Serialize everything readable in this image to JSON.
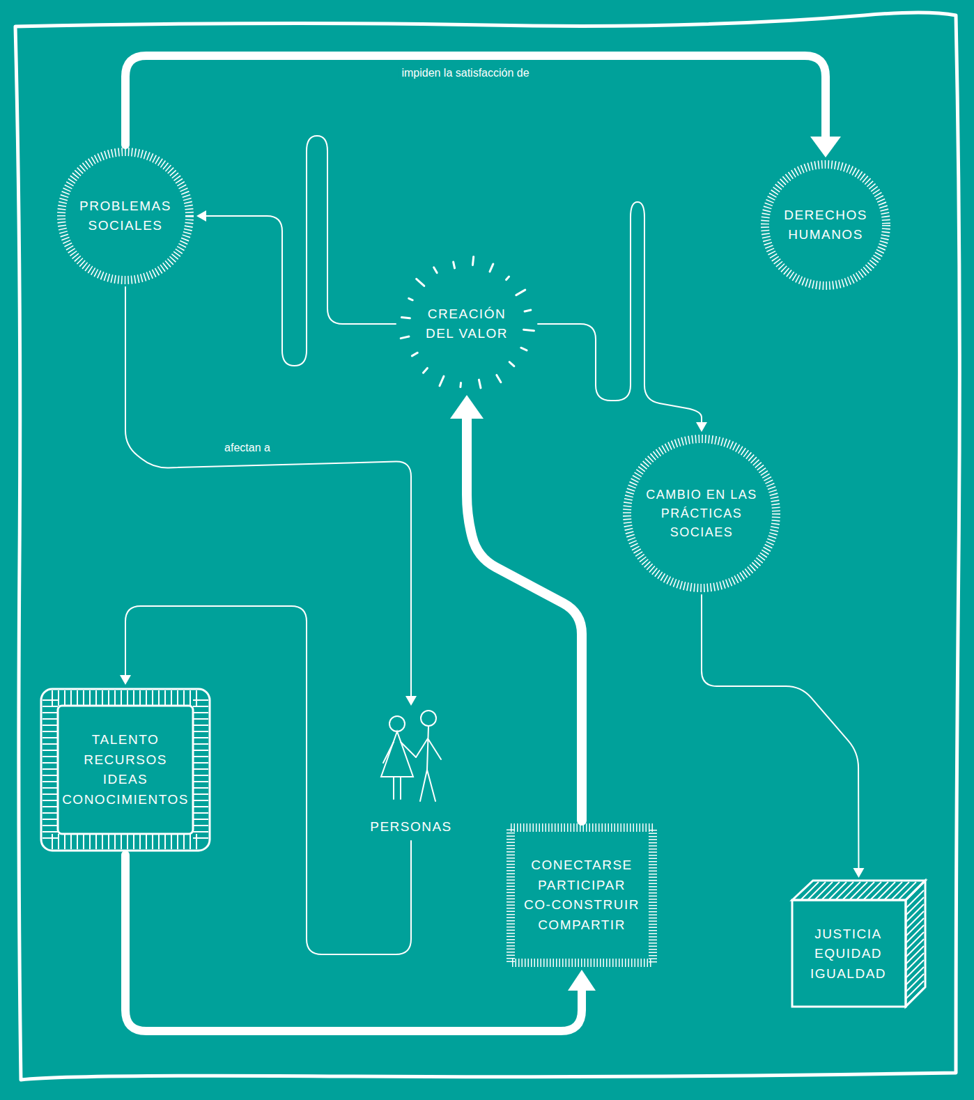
{
  "diagram": {
    "nodes": [
      {
        "text": [
          "PROBLEMAS SOCIALES"
        ]
      },
      {
        "text": [
          "DERECHOS HUMANOS"
        ]
      },
      {
        "text": [
          "CREACIÓN DEL VALOR"
        ]
      },
      {
        "text": [
          "CAMBIO EN LAS PRÁCTICAS SOCIAES"
        ]
      },
      {
        "text": [
          "TALENTO RECURSOS IDEAS CONOCIMIENTOS"
        ]
      },
      {
        "text": [
          "PERSONAS"
        ]
      },
      {
        "text": [
          "CONECTARSE PARTICIPAR CO-CONSTRUIR COMPARTIR"
        ]
      },
      {
        "text": [
          "JUSTICIA EQUIDAD IGUALDAD"
        ]
      }
    ],
    "edges": [
      {
        "from": 0,
        "to": 1,
        "label": "impiden la satisfacción de",
        "arrow": "to"
      },
      {
        "from": 0,
        "to": 5,
        "label": "afectan a",
        "arrow": "to"
      },
      {
        "from": 5,
        "to": 4,
        "arrow": "to"
      },
      {
        "from": 4,
        "to": 6,
        "arrow": "to"
      },
      {
        "from": 6,
        "to": 2,
        "arrow": "to"
      },
      {
        "from": 2,
        "to": 0,
        "arrow": "to"
      },
      {
        "from": 2,
        "to": 3,
        "arrow": "to"
      },
      {
        "from": 3,
        "to": 7,
        "arrow": "to"
      }
    ]
  }
}
